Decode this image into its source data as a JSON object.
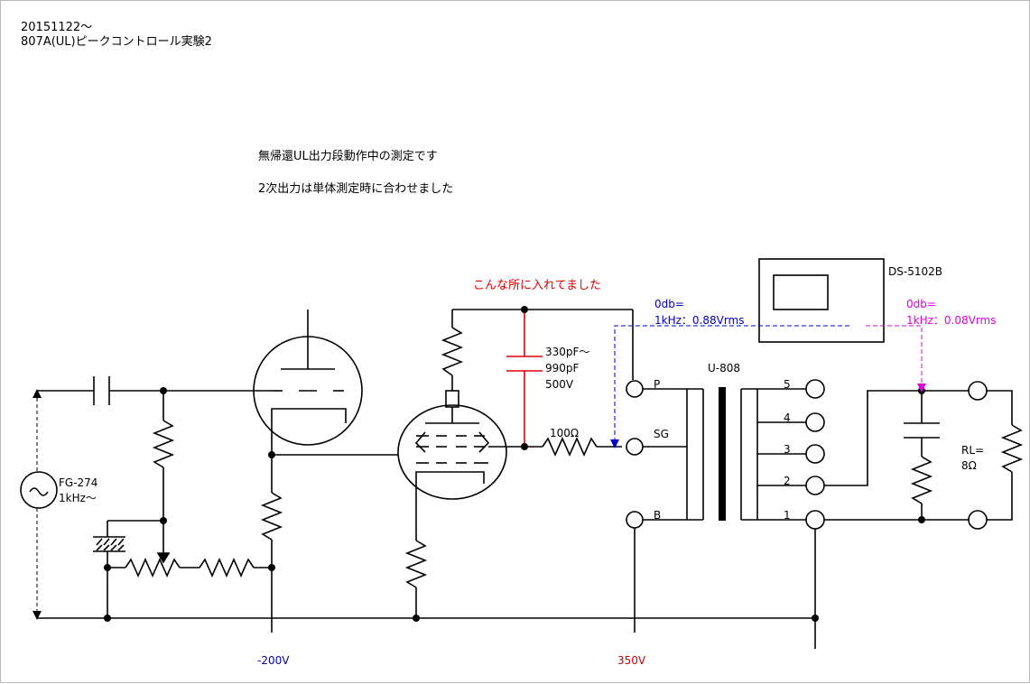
{
  "header": {
    "date": "20151122～",
    "title": "807A(UL)ピークコントロール実験2"
  },
  "notes": {
    "line1": "無帰還UL出力段動作中の測定です",
    "line2": "2次出力は単体測定時に合わせました"
  },
  "annotations": {
    "cap_note": "こんな所に入れてました",
    "cap_values": [
      "330pF～",
      "990pF",
      "500V"
    ],
    "resistor_100": "100Ω",
    "blue_meas": [
      "0db=",
      "1kHz：0.88Vrms"
    ],
    "magenta_meas": [
      "0db=",
      "1kHz：0.08Vrms"
    ]
  },
  "equipment": {
    "generator": [
      "FG-274",
      "1kHz～"
    ],
    "scope": "DS-5102B",
    "transformer": "U-808",
    "load": [
      "RL=",
      "8Ω"
    ]
  },
  "terminals": {
    "primary": [
      "P",
      "SG",
      "B"
    ],
    "secondary": [
      "5",
      "4",
      "3",
      "2",
      "1"
    ]
  },
  "supplies": {
    "negative": "-200V",
    "positive": "350V"
  },
  "colors": {
    "line": "#000000",
    "capacitor": "#e00000",
    "blue_probe": "#0000cc",
    "magenta_probe": "#e000e0",
    "neg_supply": "#0000aa",
    "pos_supply": "#cc0000"
  }
}
